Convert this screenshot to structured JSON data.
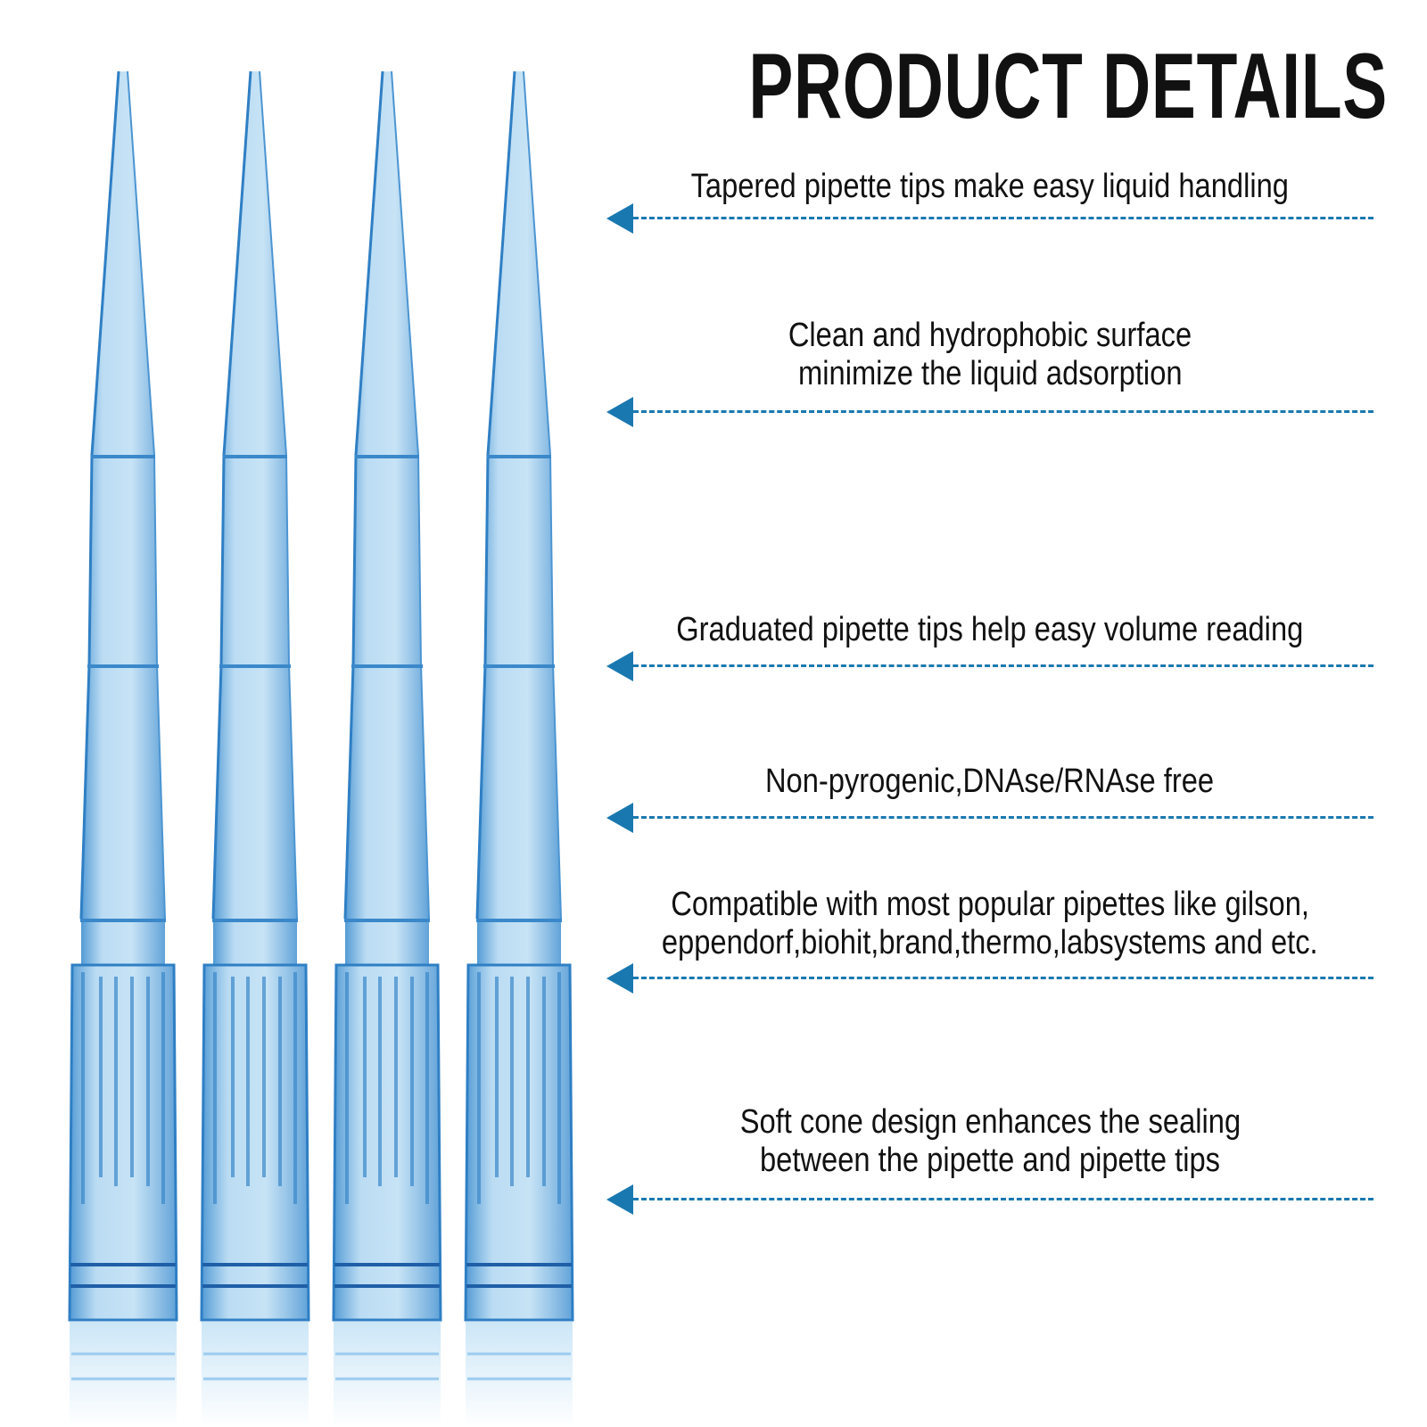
{
  "title": "PRODUCT DETAILS",
  "accent_color": "#1a78b0",
  "tip_color": "#5aa6dc",
  "pipette_tip_count": 4,
  "features": [
    {
      "lines": [
        "Tapered pipette tips make easy liquid handling"
      ]
    },
    {
      "lines": [
        "Clean and hydrophobic surface",
        "minimize the liquid adsorption"
      ]
    },
    {
      "lines": [
        "Graduated pipette tips help easy volume reading"
      ]
    },
    {
      "lines": [
        "Non-pyrogenic,DNAse/RNAse free"
      ]
    },
    {
      "lines": [
        "Compatible with most popular pipettes like gilson,",
        "eppendorf,biohit,brand,thermo,labsystems and etc."
      ]
    },
    {
      "lines": [
        "Soft cone design enhances the sealing",
        "between the pipette and pipette tips"
      ]
    }
  ]
}
